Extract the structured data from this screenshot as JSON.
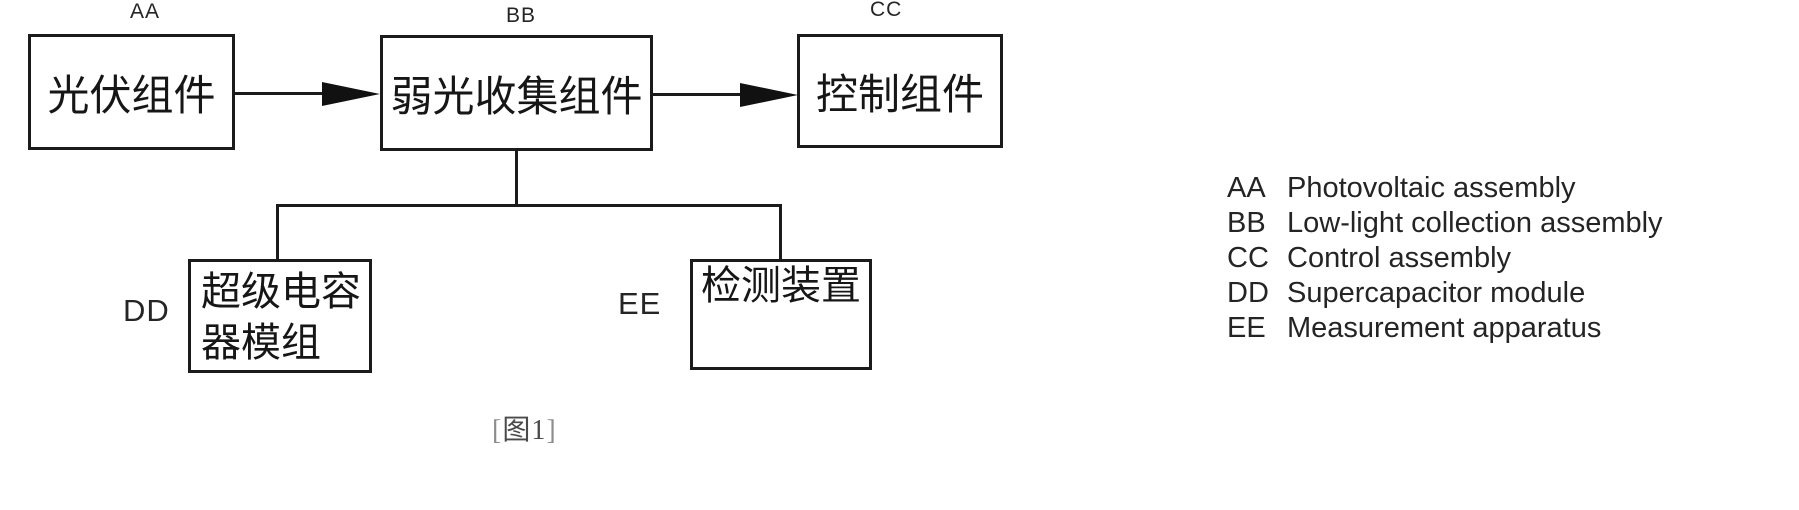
{
  "diagram": {
    "figure_caption": {
      "open_bracket": "[",
      "text": "图1",
      "close_bracket": "]"
    },
    "nodes": [
      {
        "ref": "AA",
        "label": "光伏组件"
      },
      {
        "ref": "BB",
        "label": "弱光收集组件"
      },
      {
        "ref": "CC",
        "label": "控制组件"
      },
      {
        "ref": "DD",
        "label": "超级电容\n器模组"
      },
      {
        "ref": "EE",
        "label": "检测装置"
      }
    ],
    "connections": [
      "AA -> BB (arrow)",
      "BB -> CC (arrow)",
      "BB -> DD (line)",
      "BB -> EE (line)"
    ]
  },
  "legend": {
    "items": [
      {
        "code": "AA",
        "desc": "Photovoltaic assembly"
      },
      {
        "code": "BB",
        "desc": "Low-light collection assembly"
      },
      {
        "code": "CC",
        "desc": "Control assembly"
      },
      {
        "code": "DD",
        "desc": "Supercapacitor module"
      },
      {
        "code": "EE",
        "desc": "Measurement apparatus"
      }
    ]
  },
  "colors": {
    "line": "#1b1b1b",
    "text": "#1f1f1f",
    "caption_bracket": "#8d8d8d"
  }
}
